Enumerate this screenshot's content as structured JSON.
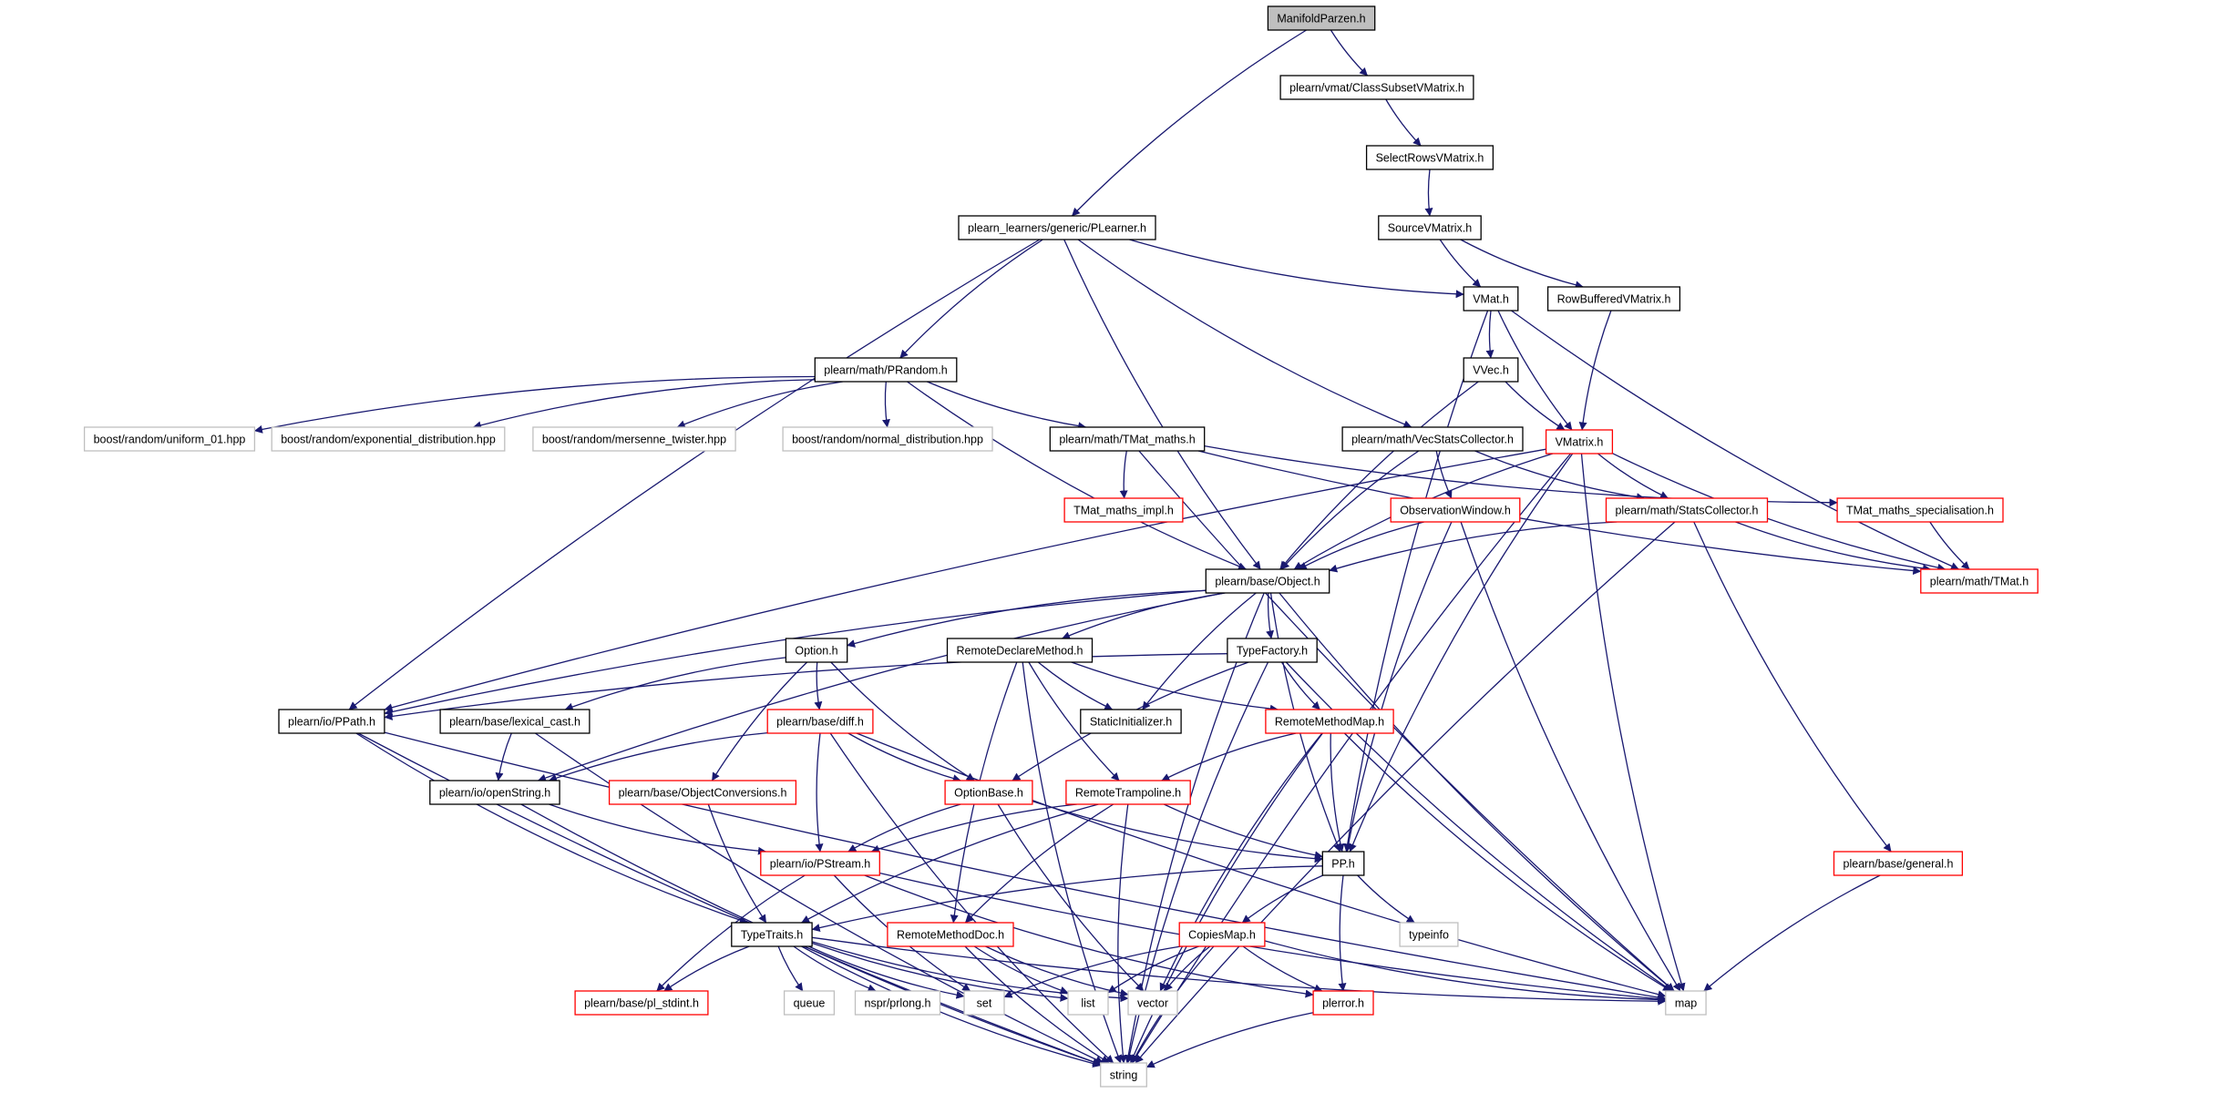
{
  "colors": {
    "edge": "#191970",
    "border_default": "#000000",
    "border_truncated": "#ff0000",
    "border_external": "#bfbfbf",
    "fill_root": "#bfbfbf",
    "fill_default": "#ffffff",
    "text": "#000000"
  },
  "nodes": [
    {
      "id": "ManifoldParzen",
      "label": "ManifoldParzen.h",
      "kind": "root"
    },
    {
      "id": "ClassSubsetVMatrix",
      "label": "plearn/vmat/ClassSubsetVMatrix.h",
      "kind": "normal"
    },
    {
      "id": "SelectRowsVMatrix",
      "label": "SelectRowsVMatrix.h",
      "kind": "normal"
    },
    {
      "id": "SourceVMatrix",
      "label": "SourceVMatrix.h",
      "kind": "normal"
    },
    {
      "id": "PLearner",
      "label": "plearn_learners/generic/PLearner.h",
      "kind": "normal"
    },
    {
      "id": "VMat",
      "label": "VMat.h",
      "kind": "normal"
    },
    {
      "id": "RowBufferedVMatrix",
      "label": "RowBufferedVMatrix.h",
      "kind": "normal"
    },
    {
      "id": "PRandom",
      "label": "plearn/math/PRandom.h",
      "kind": "normal"
    },
    {
      "id": "VVec",
      "label": "VVec.h",
      "kind": "normal"
    },
    {
      "id": "uniform01",
      "label": "boost/random/uniform_01.hpp",
      "kind": "external"
    },
    {
      "id": "expdist",
      "label": "boost/random/exponential_distribution.hpp",
      "kind": "external"
    },
    {
      "id": "mersenne",
      "label": "boost/random/mersenne_twister.hpp",
      "kind": "external"
    },
    {
      "id": "normaldist",
      "label": "boost/random/normal_distribution.hpp",
      "kind": "external"
    },
    {
      "id": "TMatMaths",
      "label": "plearn/math/TMat_maths.h",
      "kind": "normal"
    },
    {
      "id": "VecStatsCollector",
      "label": "plearn/math/VecStatsCollector.h",
      "kind": "normal"
    },
    {
      "id": "VMatrix",
      "label": "VMatrix.h",
      "kind": "truncated"
    },
    {
      "id": "TMatMathsImpl",
      "label": "TMat_maths_impl.h",
      "kind": "truncated"
    },
    {
      "id": "ObservationWindow",
      "label": "ObservationWindow.h",
      "kind": "truncated"
    },
    {
      "id": "StatsCollector",
      "label": "plearn/math/StatsCollector.h",
      "kind": "truncated"
    },
    {
      "id": "TMatMathsSpec",
      "label": "TMat_maths_specialisation.h",
      "kind": "truncated"
    },
    {
      "id": "Object",
      "label": "plearn/base/Object.h",
      "kind": "normal"
    },
    {
      "id": "TMat",
      "label": "plearn/math/TMat.h",
      "kind": "truncated"
    },
    {
      "id": "Option",
      "label": "Option.h",
      "kind": "normal"
    },
    {
      "id": "RemoteDeclareMethod",
      "label": "RemoteDeclareMethod.h",
      "kind": "normal"
    },
    {
      "id": "TypeFactory",
      "label": "TypeFactory.h",
      "kind": "normal"
    },
    {
      "id": "PPath",
      "label": "plearn/io/PPath.h",
      "kind": "normal"
    },
    {
      "id": "lexicalcast",
      "label": "plearn/base/lexical_cast.h",
      "kind": "normal"
    },
    {
      "id": "diff",
      "label": "plearn/base/diff.h",
      "kind": "truncated"
    },
    {
      "id": "StaticInitializer",
      "label": "StaticInitializer.h",
      "kind": "normal"
    },
    {
      "id": "RemoteMethodMap",
      "label": "RemoteMethodMap.h",
      "kind": "truncated"
    },
    {
      "id": "openString",
      "label": "plearn/io/openString.h",
      "kind": "normal"
    },
    {
      "id": "ObjectConversions",
      "label": "plearn/base/ObjectConversions.h",
      "kind": "truncated"
    },
    {
      "id": "OptionBase",
      "label": "OptionBase.h",
      "kind": "truncated"
    },
    {
      "id": "RemoteTrampoline",
      "label": "RemoteTrampoline.h",
      "kind": "truncated"
    },
    {
      "id": "PStream",
      "label": "plearn/io/PStream.h",
      "kind": "truncated"
    },
    {
      "id": "PP",
      "label": "PP.h",
      "kind": "normal"
    },
    {
      "id": "general",
      "label": "plearn/base/general.h",
      "kind": "truncated"
    },
    {
      "id": "TypeTraits",
      "label": "TypeTraits.h",
      "kind": "normal"
    },
    {
      "id": "RemoteMethodDoc",
      "label": "RemoteMethodDoc.h",
      "kind": "truncated"
    },
    {
      "id": "CopiesMap",
      "label": "CopiesMap.h",
      "kind": "truncated"
    },
    {
      "id": "typeinfo",
      "label": "typeinfo",
      "kind": "external"
    },
    {
      "id": "plstdint",
      "label": "plearn/base/pl_stdint.h",
      "kind": "truncated"
    },
    {
      "id": "queue",
      "label": "queue",
      "kind": "external"
    },
    {
      "id": "prlong",
      "label": "nspr/prlong.h",
      "kind": "external"
    },
    {
      "id": "set",
      "label": "set",
      "kind": "external"
    },
    {
      "id": "list",
      "label": "list",
      "kind": "external"
    },
    {
      "id": "vector",
      "label": "vector",
      "kind": "external"
    },
    {
      "id": "plerror",
      "label": "plerror.h",
      "kind": "truncated"
    },
    {
      "id": "map",
      "label": "map",
      "kind": "external"
    },
    {
      "id": "string",
      "label": "string",
      "kind": "external"
    }
  ],
  "edges": [
    [
      "ManifoldParzen",
      "ClassSubsetVMatrix"
    ],
    [
      "ManifoldParzen",
      "PLearner"
    ],
    [
      "ClassSubsetVMatrix",
      "SelectRowsVMatrix"
    ],
    [
      "SelectRowsVMatrix",
      "SourceVMatrix"
    ],
    [
      "SourceVMatrix",
      "VMat"
    ],
    [
      "SourceVMatrix",
      "RowBufferedVMatrix"
    ],
    [
      "PLearner",
      "VMat"
    ],
    [
      "PLearner",
      "PRandom"
    ],
    [
      "PLearner",
      "VecStatsCollector"
    ],
    [
      "PLearner",
      "Object"
    ],
    [
      "PLearner",
      "PPath"
    ],
    [
      "VMat",
      "VVec"
    ],
    [
      "VMat",
      "VMatrix"
    ],
    [
      "VMat",
      "TMat"
    ],
    [
      "VMat",
      "PP"
    ],
    [
      "RowBufferedVMatrix",
      "VMatrix"
    ],
    [
      "VVec",
      "VMatrix"
    ],
    [
      "VVec",
      "Object"
    ],
    [
      "PRandom",
      "uniform01"
    ],
    [
      "PRandom",
      "expdist"
    ],
    [
      "PRandom",
      "mersenne"
    ],
    [
      "PRandom",
      "normaldist"
    ],
    [
      "PRandom",
      "TMatMaths"
    ],
    [
      "PRandom",
      "Object"
    ],
    [
      "TMatMaths",
      "TMatMathsImpl"
    ],
    [
      "TMatMaths",
      "TMatMathsSpec"
    ],
    [
      "TMatMaths",
      "TMat"
    ],
    [
      "TMatMaths",
      "map"
    ],
    [
      "VecStatsCollector",
      "ObservationWindow"
    ],
    [
      "VecStatsCollector",
      "StatsCollector"
    ],
    [
      "VecStatsCollector",
      "Object"
    ],
    [
      "VMatrix",
      "Object"
    ],
    [
      "VMatrix",
      "StatsCollector"
    ],
    [
      "VMatrix",
      "TMat"
    ],
    [
      "VMatrix",
      "PPath"
    ],
    [
      "VMatrix",
      "PP"
    ],
    [
      "VMatrix",
      "map"
    ],
    [
      "VMatrix",
      "string"
    ],
    [
      "ObservationWindow",
      "Object"
    ],
    [
      "ObservationWindow",
      "PP"
    ],
    [
      "ObservationWindow",
      "map"
    ],
    [
      "StatsCollector",
      "Object"
    ],
    [
      "StatsCollector",
      "TMat"
    ],
    [
      "StatsCollector",
      "general"
    ],
    [
      "StatsCollector",
      "string"
    ],
    [
      "TMatMathsSpec",
      "TMat"
    ],
    [
      "Object",
      "Option"
    ],
    [
      "Object",
      "RemoteDeclareMethod"
    ],
    [
      "Object",
      "TypeFactory"
    ],
    [
      "Object",
      "StaticInitializer"
    ],
    [
      "Object",
      "PPath"
    ],
    [
      "Object",
      "openString"
    ],
    [
      "Object",
      "PP"
    ],
    [
      "Object",
      "map"
    ],
    [
      "Object",
      "string"
    ],
    [
      "Option",
      "lexicalcast"
    ],
    [
      "Option",
      "diff"
    ],
    [
      "Option",
      "OptionBase"
    ],
    [
      "Option",
      "ObjectConversions"
    ],
    [
      "RemoteDeclareMethod",
      "StaticInitializer"
    ],
    [
      "RemoteDeclareMethod",
      "RemoteMethodMap"
    ],
    [
      "RemoteDeclareMethod",
      "RemoteTrampoline"
    ],
    [
      "RemoteDeclareMethod",
      "RemoteMethodDoc"
    ],
    [
      "RemoteDeclareMethod",
      "string"
    ],
    [
      "TypeFactory",
      "PPath"
    ],
    [
      "TypeFactory",
      "RemoteMethodMap"
    ],
    [
      "TypeFactory",
      "OptionBase"
    ],
    [
      "TypeFactory",
      "map"
    ],
    [
      "TypeFactory",
      "string"
    ],
    [
      "PPath",
      "TypeTraits"
    ],
    [
      "PPath",
      "map"
    ],
    [
      "PPath",
      "string"
    ],
    [
      "lexicalcast",
      "openString"
    ],
    [
      "lexicalcast",
      "string"
    ],
    [
      "diff",
      "openString"
    ],
    [
      "diff",
      "OptionBase"
    ],
    [
      "diff",
      "PStream"
    ],
    [
      "diff",
      "map"
    ],
    [
      "diff",
      "string"
    ],
    [
      "RemoteMethodMap",
      "RemoteTrampoline"
    ],
    [
      "RemoteMethodMap",
      "PP"
    ],
    [
      "RemoteMethodMap",
      "vector"
    ],
    [
      "RemoteMethodMap",
      "map"
    ],
    [
      "RemoteMethodMap",
      "string"
    ],
    [
      "openString",
      "PStream"
    ],
    [
      "openString",
      "string"
    ],
    [
      "ObjectConversions",
      "TypeTraits"
    ],
    [
      "OptionBase",
      "PStream"
    ],
    [
      "OptionBase",
      "PP"
    ],
    [
      "OptionBase",
      "vector"
    ],
    [
      "RemoteTrampoline",
      "PStream"
    ],
    [
      "RemoteTrampoline",
      "PP"
    ],
    [
      "RemoteTrampoline",
      "TypeTraits"
    ],
    [
      "RemoteTrampoline",
      "RemoteMethodDoc"
    ],
    [
      "RemoteTrampoline",
      "string"
    ],
    [
      "PStream",
      "plstdint"
    ],
    [
      "PStream",
      "set"
    ],
    [
      "PStream",
      "plerror"
    ],
    [
      "PStream",
      "map"
    ],
    [
      "PP",
      "TypeTraits"
    ],
    [
      "PP",
      "CopiesMap"
    ],
    [
      "PP",
      "typeinfo"
    ],
    [
      "PP",
      "plerror"
    ],
    [
      "general",
      "map"
    ],
    [
      "TypeTraits",
      "plstdint"
    ],
    [
      "TypeTraits",
      "queue"
    ],
    [
      "TypeTraits",
      "prlong"
    ],
    [
      "TypeTraits",
      "set"
    ],
    [
      "TypeTraits",
      "list"
    ],
    [
      "TypeTraits",
      "vector"
    ],
    [
      "TypeTraits",
      "map"
    ],
    [
      "TypeTraits",
      "string"
    ],
    [
      "RemoteMethodDoc",
      "list"
    ],
    [
      "RemoteMethodDoc",
      "vector"
    ],
    [
      "RemoteMethodDoc",
      "string"
    ],
    [
      "CopiesMap",
      "set"
    ],
    [
      "CopiesMap",
      "list"
    ],
    [
      "CopiesMap",
      "vector"
    ],
    [
      "CopiesMap",
      "plerror"
    ],
    [
      "CopiesMap",
      "map"
    ],
    [
      "CopiesMap",
      "string"
    ],
    [
      "plerror",
      "string"
    ]
  ]
}
